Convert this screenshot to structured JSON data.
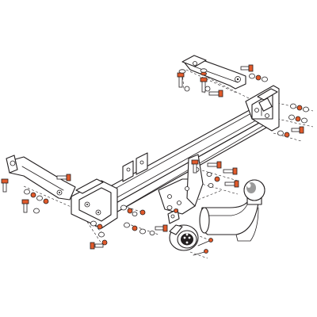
{
  "diagram": {
    "subject": "tow-bar-exploded-view",
    "colors": {
      "line": "#231f20",
      "background": "#ffffff",
      "fastener_accent": "#e15a2b",
      "ball_shade": "#9a9a9a"
    },
    "parts": [
      "main-crossbar",
      "left-mounting-bracket",
      "right-mounting-bracket",
      "upper-right-bracket",
      "far-left-bracket",
      "swan-neck-towball",
      "electrical-socket",
      "socket-plate",
      "fastener-set"
    ]
  }
}
